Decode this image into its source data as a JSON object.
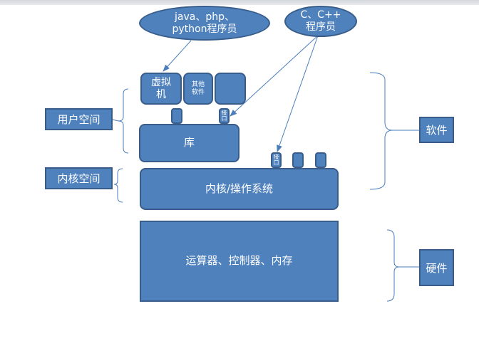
{
  "ovals": {
    "java_php_python": "java、php、\npython程序员",
    "c_cpp": "C、C++\n程序员"
  },
  "userspace": {
    "vm": "虚拟\n机",
    "other_software": "其他\n软件",
    "empty_box": "",
    "library": "库",
    "interface_library": "接\n口"
  },
  "kernel": {
    "interface": "接\n口",
    "label": "内核/操作系统"
  },
  "hardware": {
    "label": "运算器、控制器、内存"
  },
  "side_labels": {
    "user_space": "用户空间",
    "kernel_space": "内核空间",
    "software": "软件",
    "hardware": "硬件"
  },
  "colors": {
    "fill": "#4f81bd",
    "border": "#385d8a",
    "line": "#4a7ebb"
  }
}
